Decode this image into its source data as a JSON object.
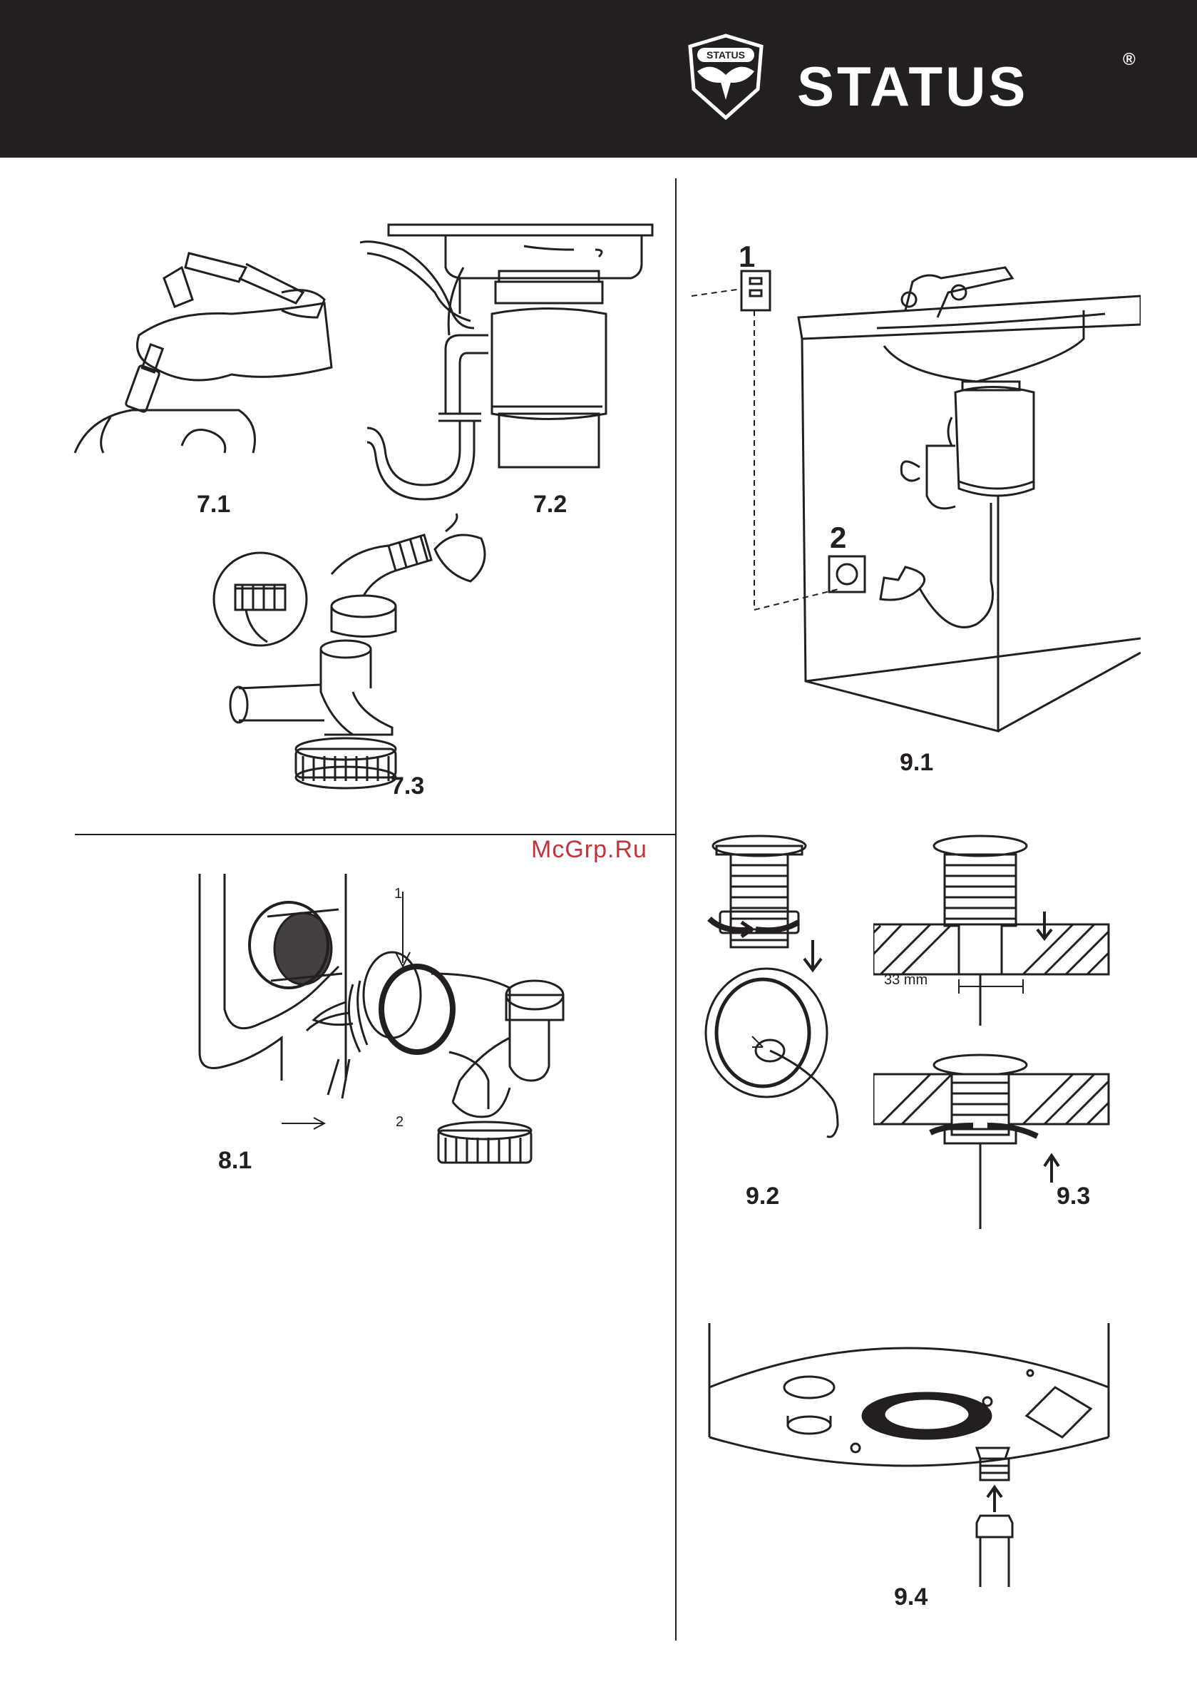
{
  "header": {
    "brand": "STATUS",
    "registered_mark": "®",
    "logo_text": "STATUS"
  },
  "watermark": "McGrp.Ru",
  "figures": {
    "fig_7_1": "7.1",
    "fig_7_2": "7.2",
    "fig_7_3": "7.3",
    "fig_8_1": "8.1",
    "fig_9_1": "9.1",
    "fig_9_2": "9.2",
    "fig_9_3": "9.3",
    "fig_9_4": "9.4"
  },
  "callouts": {
    "fig_8_1_one": "1",
    "fig_8_1_two": "2",
    "fig_9_1_one": "1",
    "fig_9_1_two": "2",
    "fig_9_3_dim": "33 mm"
  },
  "colors": {
    "header_bg": "#231f20",
    "ink": "#231f20",
    "watermark": "#c0343b"
  }
}
